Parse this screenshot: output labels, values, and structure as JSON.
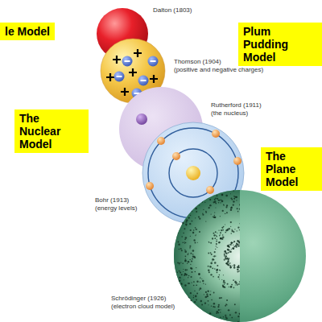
{
  "diagram": {
    "nodes": [
      {
        "text": [
          "le Model"
        ]
      },
      {
        "text": [
          "Plum Pudding Model"
        ]
      },
      {
        "text": [
          "The Nuclear Model"
        ]
      },
      {
        "text": [
          "The Plane Model"
        ]
      }
    ],
    "labels": [
      "Dalton (1803)",
      "Thomson (1904)",
      "(positive and negative charges)",
      "Rutherford (1911)",
      "(the nucleus)",
      "Bohr (1913)",
      "(energy levels)",
      "Schrödinger (1926)",
      "(electron cloud model)"
    ]
  }
}
